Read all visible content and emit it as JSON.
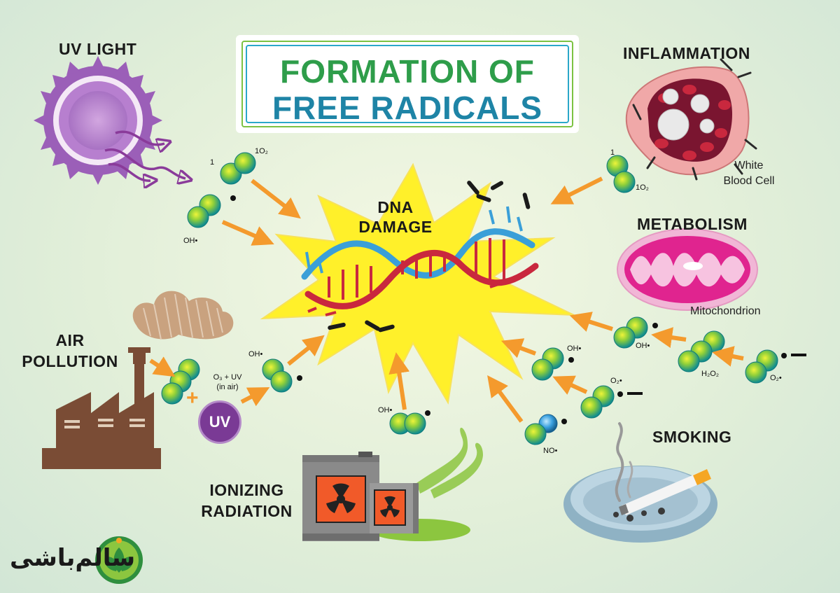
{
  "title": {
    "line1": "FORMATION OF",
    "line2": "FREE RADICALS"
  },
  "center": {
    "line1": "DNA",
    "line2": "DAMAGE"
  },
  "sources": {
    "uv_light": "UV LIGHT",
    "inflammation": "INFLAMMATION",
    "metabolism": "METABOLISM",
    "smoking": "SMOKING",
    "ionizing_line1": "IONIZING",
    "ionizing_line2": "RADIATION",
    "air_line1": "AIR",
    "air_line2": "POLLUTION"
  },
  "captions": {
    "white_line1": "White",
    "white_line2": "Blood Cell",
    "mitochondrion": "Mitochondrion"
  },
  "molecules": {
    "singlet_uv_num": "1",
    "singlet_uv_label": "1O₂",
    "oh_uv": "OH•",
    "singlet_infl_num": "1",
    "singlet_infl_label": "1O₂",
    "o3_line1": "O₃ + UV",
    "o3_line2": "(in air)",
    "oh_air": "OH•",
    "oh_rad": "OH•",
    "oh_met_a": "OH•",
    "oh_met_b": "OH•",
    "h2o2": "H₂O₂",
    "o2_a": "O₂•",
    "o2_b": "O₂•",
    "no": "NO•"
  },
  "uv_badge": "UV",
  "plus_sign": "+",
  "logo_text": "سالم‌باشی",
  "colors": {
    "title_green": "#2e9d4a",
    "title_blue": "#1e84a6",
    "arrow_orange": "#f49a2d",
    "burst_yellow": "#fff02a",
    "dna_red": "#c9283e",
    "dna_blue": "#3a9fd8",
    "sun_purple": "#9b5fb8",
    "factory_brown": "#7a4c35",
    "mito_pink": "#e0248f"
  },
  "icons": [
    "sun-icon",
    "factory-icon",
    "blood-vessel-icon",
    "mitochondrion-icon",
    "radioactive-barrel-icon",
    "ashtray-cigarette-icon",
    "dna-helix-icon",
    "molecule-icon",
    "leaf-logo-icon"
  ]
}
